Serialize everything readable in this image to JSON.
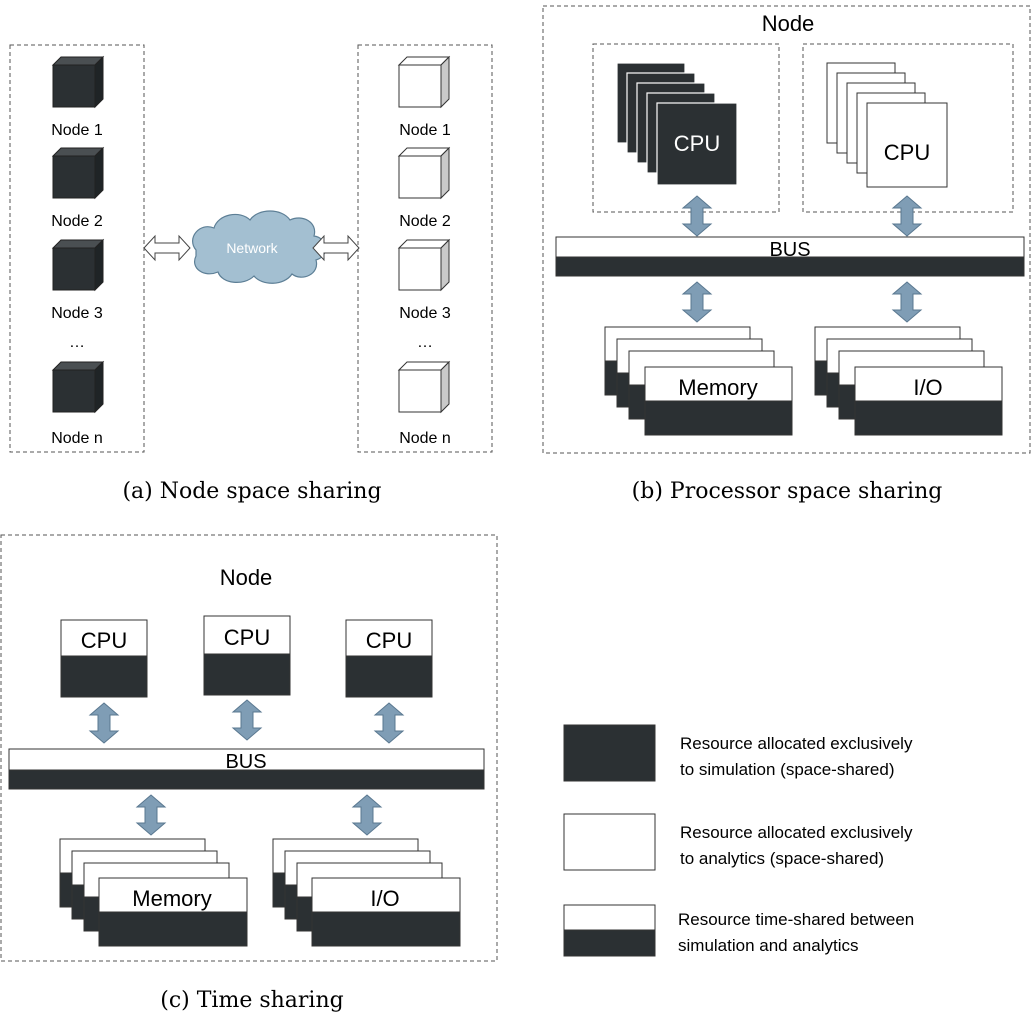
{
  "colors": {
    "dark": "#2b3033",
    "cube_top": "#4a4f52",
    "cube_side": "#1f2426",
    "light_side": "#c9c9c9",
    "arrow": "#7f9db5",
    "cloud": "#a3bfd1",
    "border": "#555555"
  },
  "panel_a": {
    "caption": "(a) Node space sharing",
    "left_nodes": [
      "Node 1",
      "Node 2",
      "Node 3",
      "Node n"
    ],
    "right_nodes": [
      "Node 1",
      "Node 2",
      "Node 3",
      "Node n"
    ],
    "ellipsis": "…",
    "network_label": "Network"
  },
  "panel_b": {
    "caption": "(b) Processor space sharing",
    "node_label": "Node",
    "cpu_label": "CPU",
    "bus_label": "BUS",
    "memory_label": "Memory",
    "io_label": "I/O"
  },
  "panel_c": {
    "caption": "(c) Time sharing",
    "node_label": "Node",
    "cpu_labels": [
      "CPU",
      "CPU",
      "CPU"
    ],
    "bus_label": "BUS",
    "memory_label": "Memory",
    "io_label": "I/O"
  },
  "legend": {
    "items": [
      {
        "type": "dark",
        "line1": "Resource allocated exclusively",
        "line2": "to simulation (space-shared)"
      },
      {
        "type": "light",
        "line1": "Resource allocated exclusively",
        "line2": "to analytics (space-shared)"
      },
      {
        "type": "split",
        "line1": "Resource time-shared between",
        "line2": "simulation and analytics"
      }
    ]
  }
}
